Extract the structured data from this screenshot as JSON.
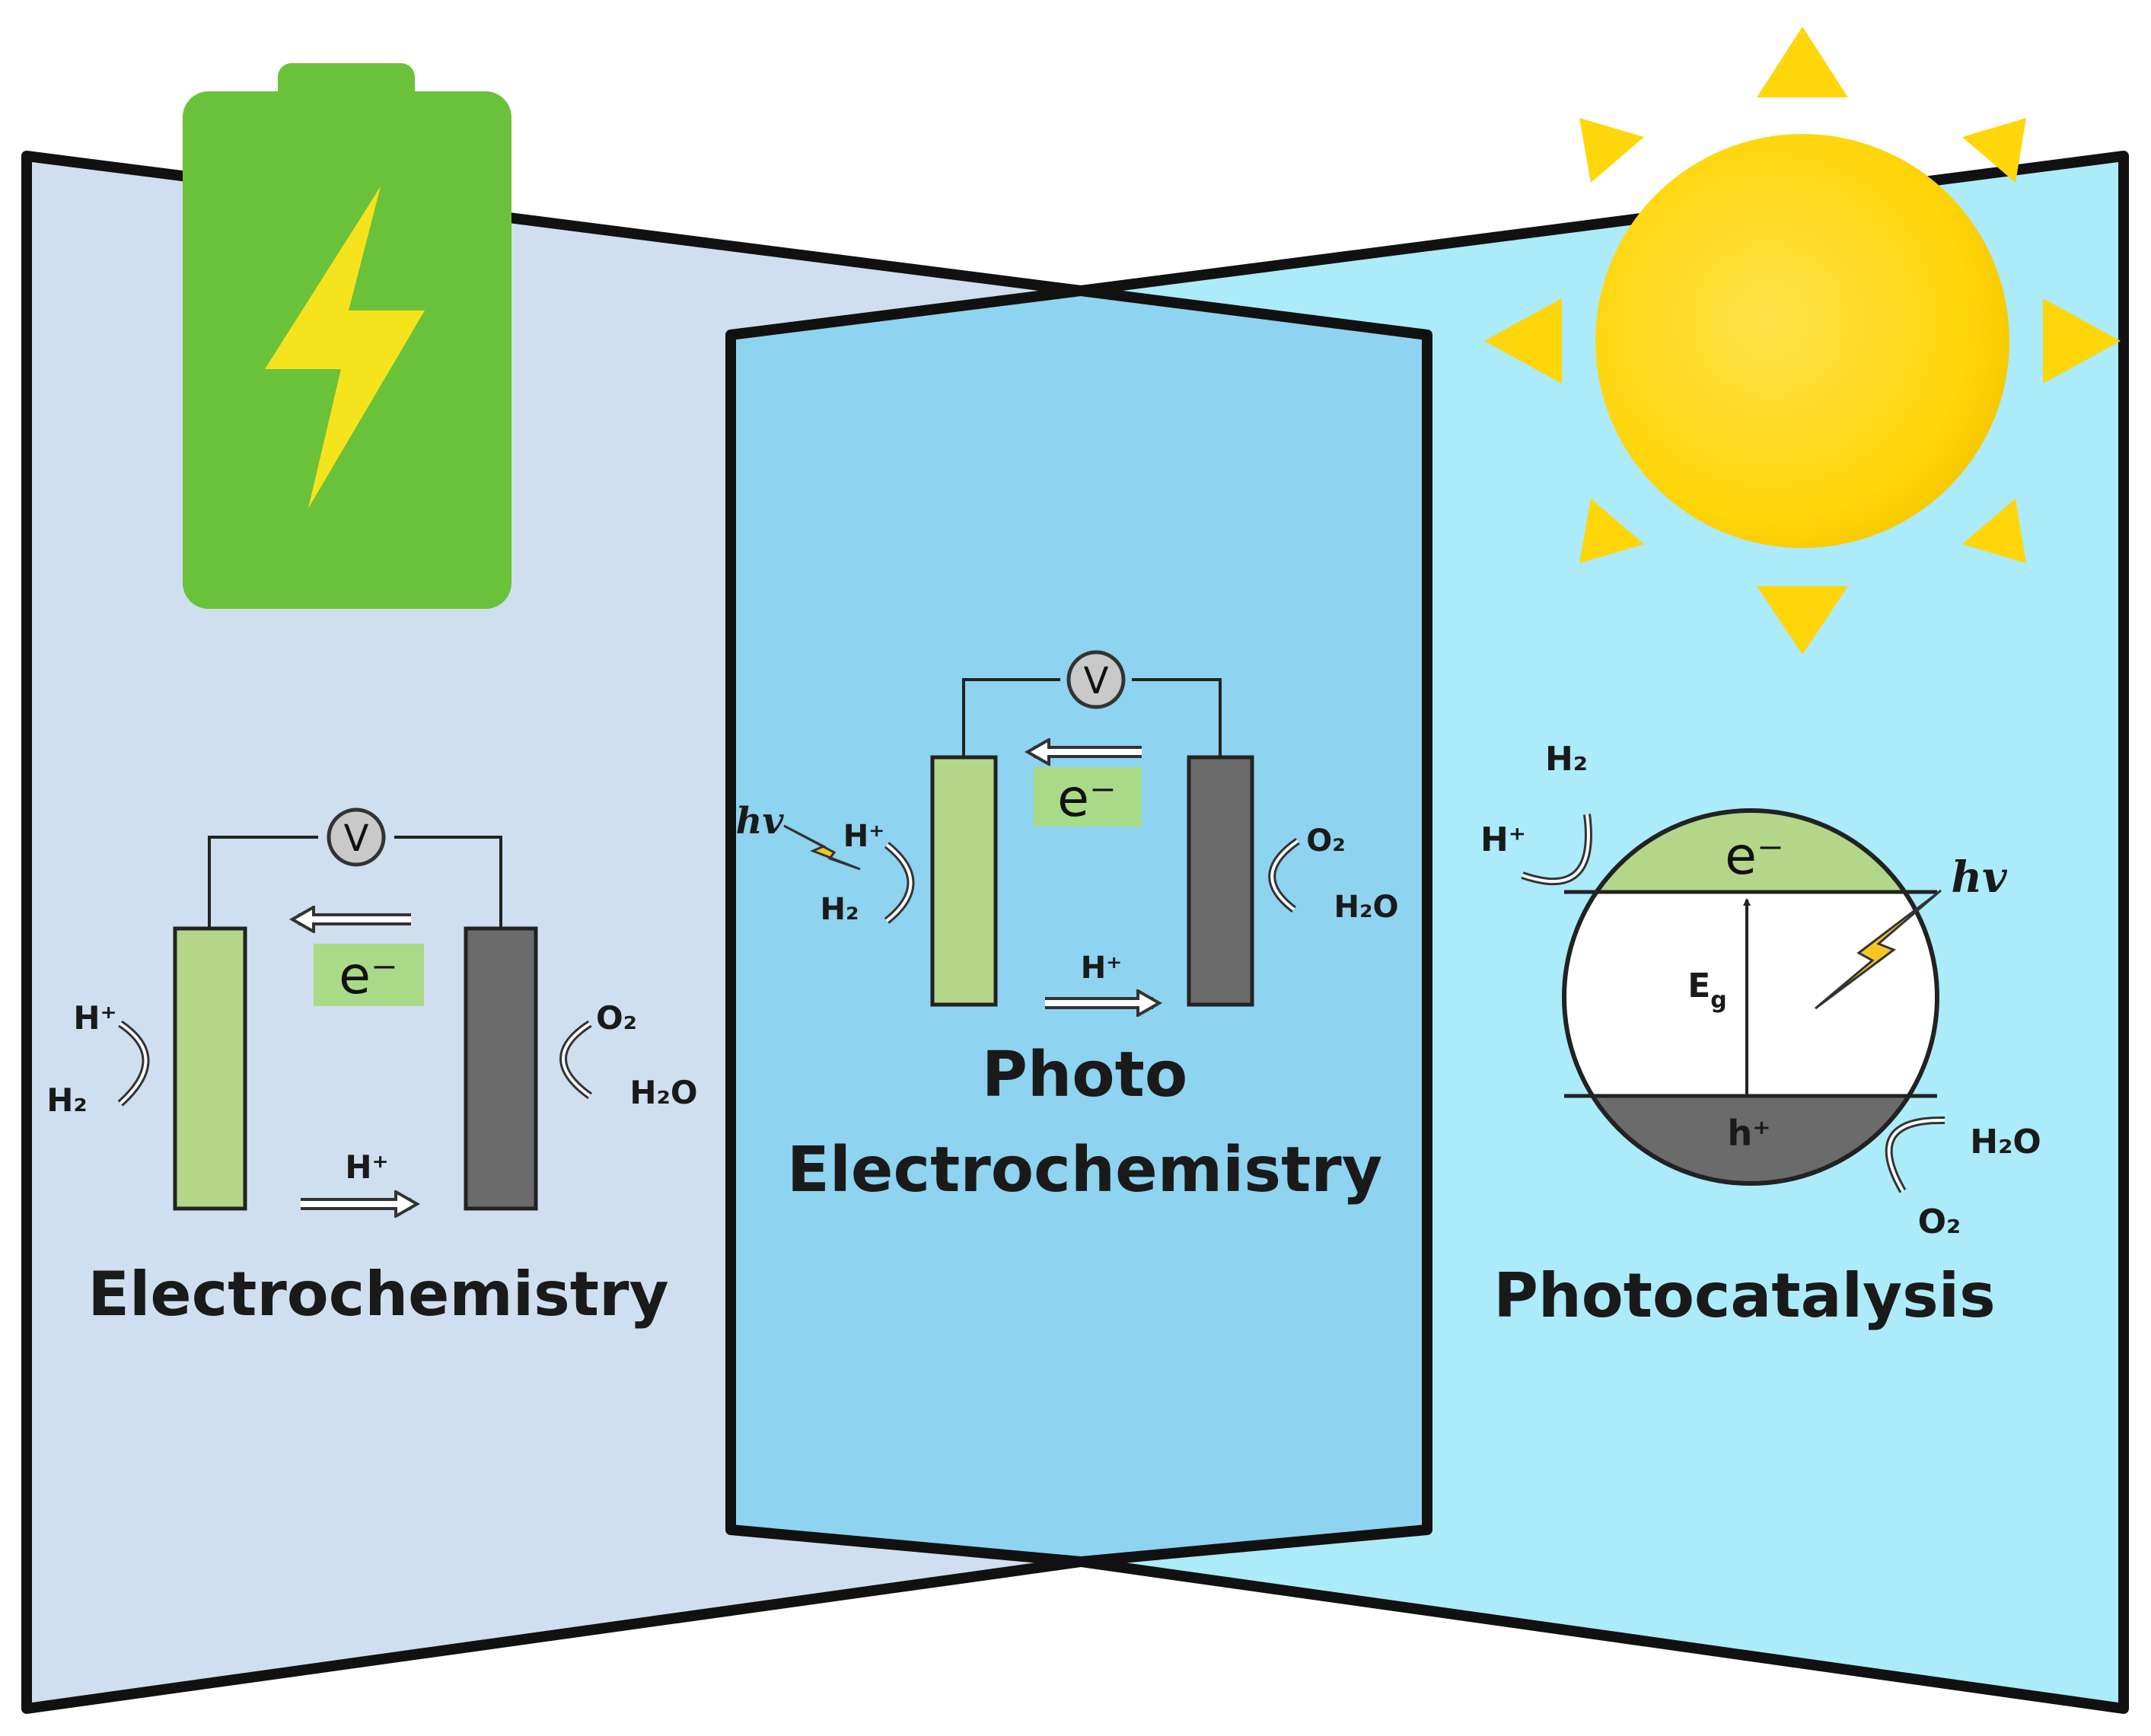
{
  "panels": {
    "electrochemistry": {
      "title": "Electrochemistry",
      "voltmeter": "V",
      "electron": "e⁻",
      "proton_top": "H⁺",
      "product_h2": "H₂",
      "product_o2": "O₂",
      "reactant_h2o": "H₂O",
      "proton_bottom": "H⁺"
    },
    "photoelectrochemistry": {
      "title_line1": "Photo",
      "title_line2": "Electrochemistry",
      "voltmeter": "V",
      "electron": "e⁻",
      "light": "hv",
      "proton_top": "H⁺",
      "product_h2": "H₂",
      "product_o2": "O₂",
      "reactant_h2o": "H₂O",
      "proton_bottom": "H⁺"
    },
    "photocatalysis": {
      "title": "Photocatalysis",
      "electron": "e⁻",
      "hole": "h⁺",
      "bandgap": "E",
      "bandgap_sub": "g",
      "light": "hv",
      "product_h2": "H₂",
      "proton": "H⁺",
      "reactant_h2o": "H₂O",
      "product_o2": "O₂"
    }
  },
  "colors": {
    "left_panel": "#cfdff0",
    "middle_panel": "#8ed3ef",
    "right_panel": "#abebfa",
    "battery": "#6ac23a",
    "bolt": "#f5e31e",
    "sun": "#ffd60a",
    "cathode": "#b3d688",
    "anode": "#6b6b6b",
    "electron_box": "#a8da87"
  },
  "icons": [
    "battery-icon",
    "lightning-bolt-icon",
    "sun-icon",
    "voltmeter-icon",
    "photon-icon"
  ]
}
